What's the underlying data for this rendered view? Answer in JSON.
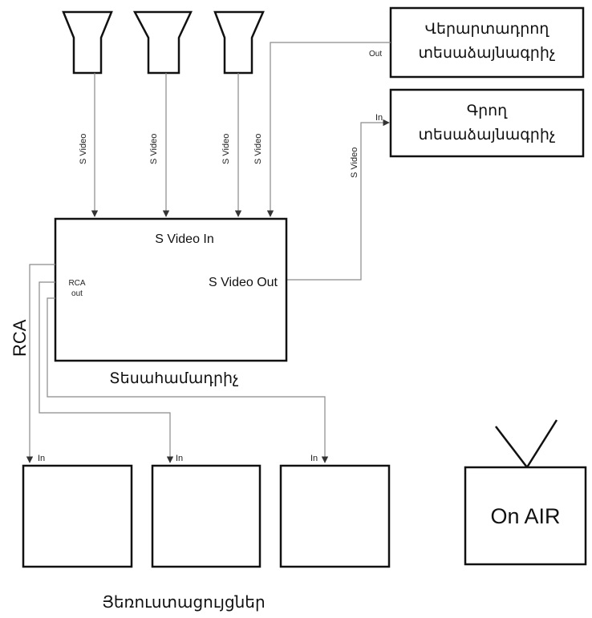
{
  "cameras": [
    {
      "id": "camera-1"
    },
    {
      "id": "camera-2"
    },
    {
      "id": "camera-3"
    }
  ],
  "playback_vcr": {
    "line1": "Վերարտադրող",
    "line2": "տեսաձայնագրիչ",
    "port": "Out"
  },
  "recording_vcr": {
    "line1": "Գրող",
    "line2": "տեսաձայնագրիչ",
    "port": "In"
  },
  "switcher": {
    "title": "Տեսահամադրիչ",
    "input_label": "S Video In",
    "output_label": "S Video Out",
    "rca_line1": "RCA",
    "rca_line2": "out"
  },
  "wire_labels": {
    "s_video": "S Video",
    "rca": "RCA"
  },
  "monitors": {
    "caption": "Յեռուստացույցներ",
    "port": "In",
    "count": 3
  },
  "on_air": {
    "label": "On AIR"
  }
}
